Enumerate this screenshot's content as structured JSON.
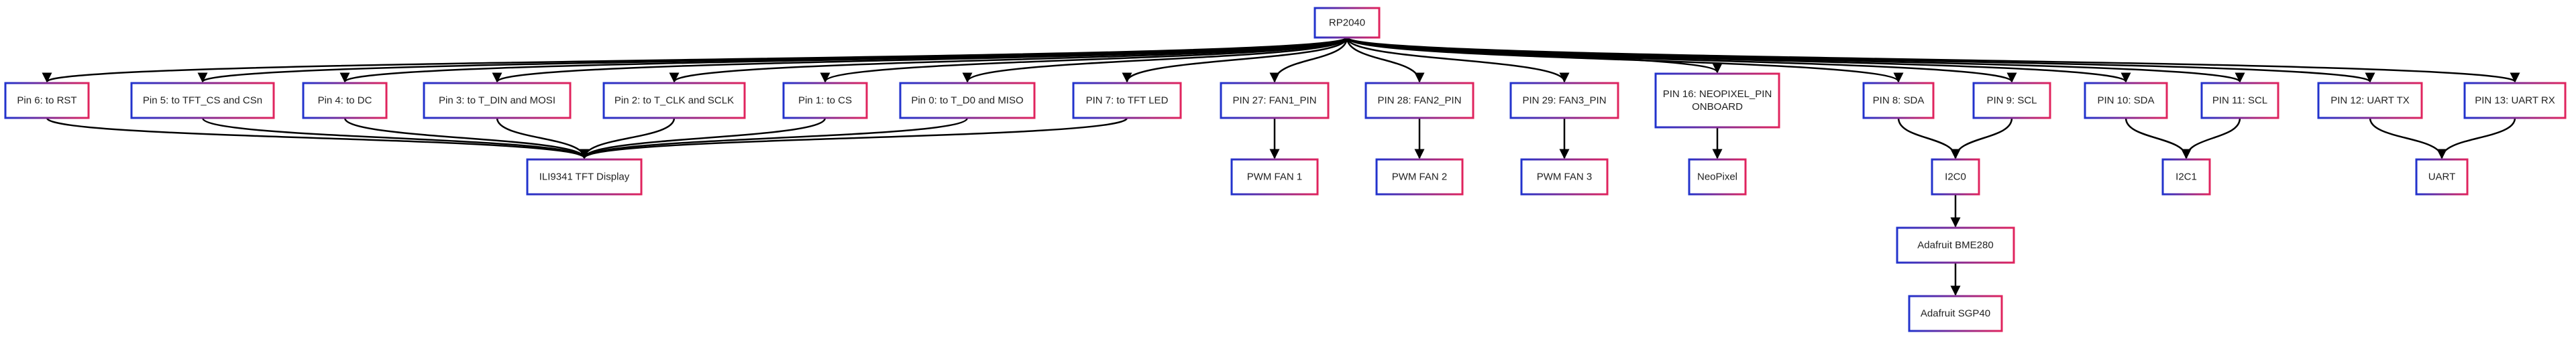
{
  "colors": {
    "border_left": "#2233cc",
    "border_right": "#e0245e",
    "edge": "#000000",
    "text": "#222222"
  },
  "nodes": [
    {
      "id": "rp2040",
      "lines": [
        "RP2040"
      ]
    },
    {
      "id": "pin6",
      "lines": [
        "Pin 6: to RST"
      ]
    },
    {
      "id": "pin5",
      "lines": [
        "Pin 5: to TFT_CS and CSn"
      ]
    },
    {
      "id": "pin4",
      "lines": [
        "Pin 4: to DC"
      ]
    },
    {
      "id": "pin3",
      "lines": [
        "Pin 3: to T_DIN and MOSI"
      ]
    },
    {
      "id": "pin2",
      "lines": [
        "Pin 2: to T_CLK and SCLK"
      ]
    },
    {
      "id": "pin1",
      "lines": [
        "Pin 1: to CS"
      ]
    },
    {
      "id": "pin0",
      "lines": [
        "Pin 0: to T_D0 and MISO"
      ]
    },
    {
      "id": "pin7",
      "lines": [
        "PIN 7: to TFT LED"
      ]
    },
    {
      "id": "pin27",
      "lines": [
        "PIN 27: FAN1_PIN"
      ]
    },
    {
      "id": "pin28",
      "lines": [
        "PIN 28: FAN2_PIN"
      ]
    },
    {
      "id": "pin29",
      "lines": [
        "PIN 29: FAN3_PIN"
      ]
    },
    {
      "id": "pin16",
      "lines": [
        "PIN 16: NEOPIXEL_PIN",
        "ONBOARD"
      ]
    },
    {
      "id": "pin8",
      "lines": [
        "PIN 8: SDA"
      ]
    },
    {
      "id": "pin9",
      "lines": [
        "PIN 9: SCL"
      ]
    },
    {
      "id": "pin10",
      "lines": [
        "PIN 10: SDA"
      ]
    },
    {
      "id": "pin11",
      "lines": [
        "PIN 11: SCL"
      ]
    },
    {
      "id": "pin12",
      "lines": [
        "PIN 12: UART TX"
      ]
    },
    {
      "id": "pin13",
      "lines": [
        "PIN 13: UART RX"
      ]
    },
    {
      "id": "tft",
      "lines": [
        "ILI9341 TFT Display"
      ]
    },
    {
      "id": "fan1",
      "lines": [
        "PWM FAN 1"
      ]
    },
    {
      "id": "fan2",
      "lines": [
        "PWM FAN 2"
      ]
    },
    {
      "id": "fan3",
      "lines": [
        "PWM FAN 3"
      ]
    },
    {
      "id": "neopixel",
      "lines": [
        "NeoPixel"
      ]
    },
    {
      "id": "i2c0",
      "lines": [
        "I2C0"
      ]
    },
    {
      "id": "i2c1",
      "lines": [
        "I2C1"
      ]
    },
    {
      "id": "uart",
      "lines": [
        "UART"
      ]
    },
    {
      "id": "bme280",
      "lines": [
        "Adafruit BME280"
      ]
    },
    {
      "id": "sgp40",
      "lines": [
        "Adafruit SGP40"
      ]
    }
  ],
  "edges": [
    [
      "rp2040",
      "pin6"
    ],
    [
      "rp2040",
      "pin5"
    ],
    [
      "rp2040",
      "pin4"
    ],
    [
      "rp2040",
      "pin3"
    ],
    [
      "rp2040",
      "pin2"
    ],
    [
      "rp2040",
      "pin1"
    ],
    [
      "rp2040",
      "pin0"
    ],
    [
      "rp2040",
      "pin7"
    ],
    [
      "rp2040",
      "pin27"
    ],
    [
      "rp2040",
      "pin28"
    ],
    [
      "rp2040",
      "pin29"
    ],
    [
      "rp2040",
      "pin16"
    ],
    [
      "rp2040",
      "pin8"
    ],
    [
      "rp2040",
      "pin9"
    ],
    [
      "rp2040",
      "pin10"
    ],
    [
      "rp2040",
      "pin11"
    ],
    [
      "rp2040",
      "pin12"
    ],
    [
      "rp2040",
      "pin13"
    ],
    [
      "pin6",
      "tft"
    ],
    [
      "pin5",
      "tft"
    ],
    [
      "pin4",
      "tft"
    ],
    [
      "pin3",
      "tft"
    ],
    [
      "pin2",
      "tft"
    ],
    [
      "pin1",
      "tft"
    ],
    [
      "pin0",
      "tft"
    ],
    [
      "pin7",
      "tft"
    ],
    [
      "pin27",
      "fan1"
    ],
    [
      "pin28",
      "fan2"
    ],
    [
      "pin29",
      "fan3"
    ],
    [
      "pin16",
      "neopixel"
    ],
    [
      "pin8",
      "i2c0"
    ],
    [
      "pin9",
      "i2c0"
    ],
    [
      "pin10",
      "i2c1"
    ],
    [
      "pin11",
      "i2c1"
    ],
    [
      "pin12",
      "uart"
    ],
    [
      "pin13",
      "uart"
    ],
    [
      "i2c0",
      "bme280"
    ],
    [
      "bme280",
      "sgp40"
    ]
  ]
}
